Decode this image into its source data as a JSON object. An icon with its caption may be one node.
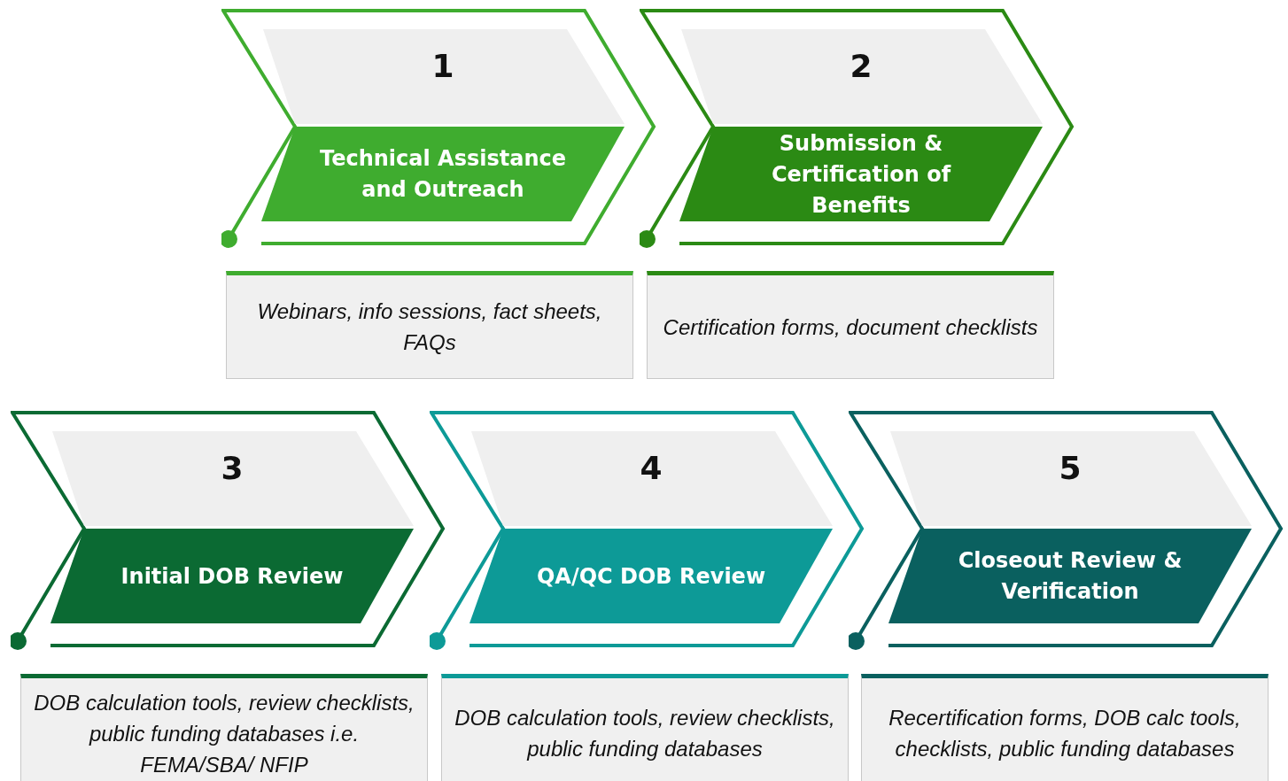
{
  "diagram": {
    "nodes": [
      {
        "text": [
          "1",
          "Technical Assistance and Outreach"
        ]
      },
      {
        "text": [
          "2",
          "Submission & Certification of Benefits"
        ]
      },
      {
        "text": [
          "Webinars, info sessions, fact sheets, FAQs"
        ]
      },
      {
        "text": [
          "Certification forms, document checklists"
        ]
      },
      {
        "text": [
          "3",
          "Initial DOB Review"
        ]
      },
      {
        "text": [
          "4",
          "QA/QC DOB Review"
        ]
      },
      {
        "text": [
          "5",
          "Closeout Review & Verification"
        ]
      },
      {
        "text": [
          "DOB calculation tools, review checklists, public funding databases i.e. FEMA/SBA/ NFIP"
        ]
      },
      {
        "text": [
          "DOB calculation tools, review checklists, public funding databases"
        ]
      },
      {
        "text": [
          "Recertification forms, DOB calc tools, checklists, public funding databases"
        ]
      }
    ]
  }
}
